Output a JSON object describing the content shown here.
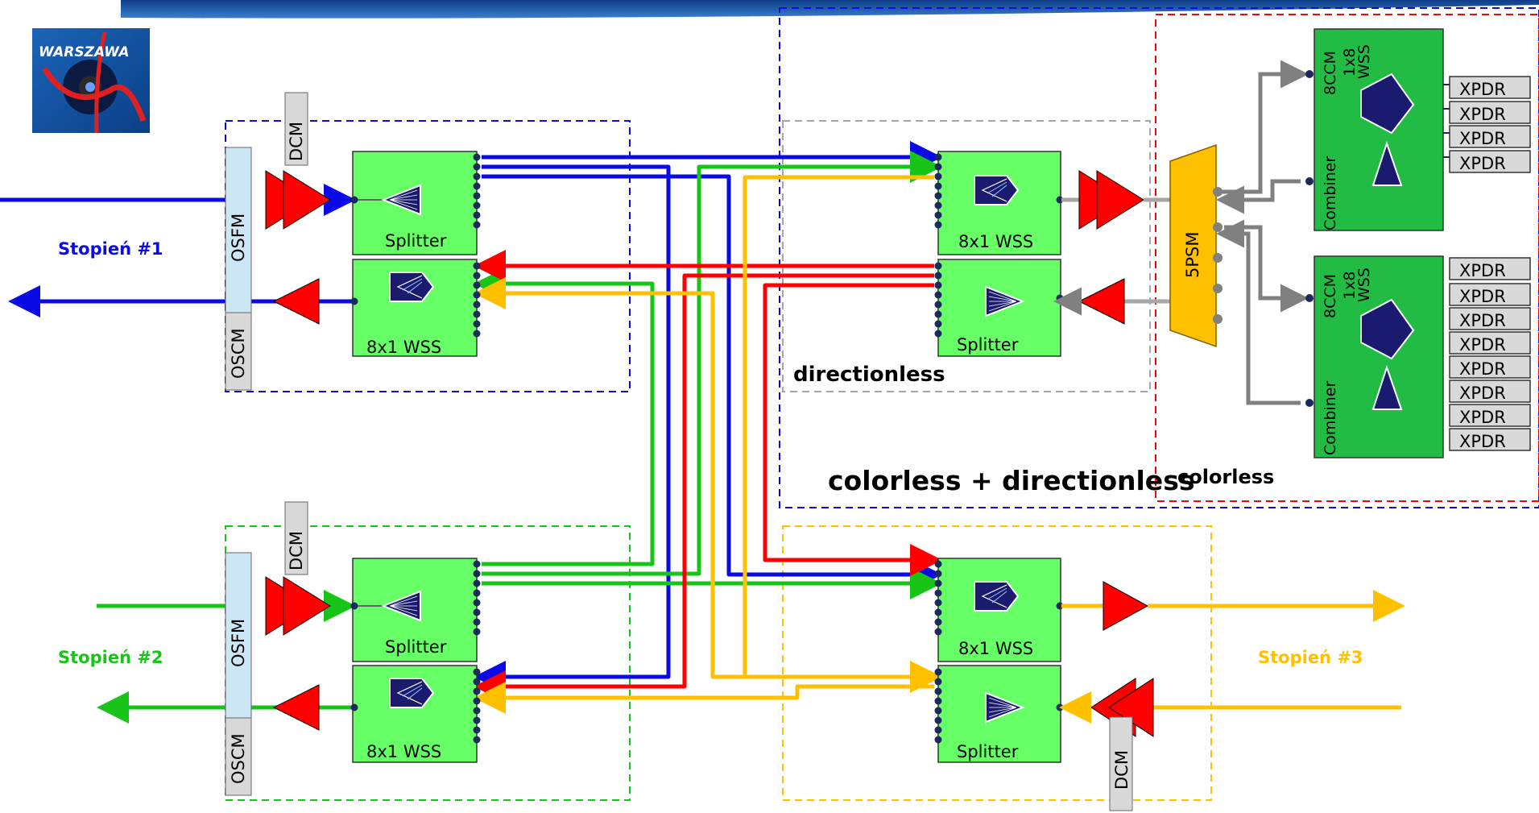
{
  "logo": {
    "text": "WARSZAWA"
  },
  "degrees": {
    "d1": {
      "label": "Stopień #1",
      "color": "#0a0ae6"
    },
    "d2": {
      "label": "Stopień #2",
      "color": "#18c418"
    },
    "d3": {
      "label": "Stopień #3",
      "color": "#ffc000"
    }
  },
  "modules": {
    "osfm": "OSFM",
    "oscm": "OSCM",
    "dcm": "DCM",
    "splitter": "Splitter",
    "wss": "8x1 WSS",
    "psm": "5PSM",
    "ccm": "8CCM",
    "wss_small": "1x8",
    "wss_small2": "WSS",
    "combiner": "Combiner",
    "xpdr": "XPDR"
  },
  "annotations": {
    "directionless": "directionless",
    "colorless_directionless": "colorless + directionless",
    "colorless": "colorless"
  },
  "colors": {
    "red_line": "#ff0000",
    "module_green": "#66ff66",
    "ccm_green": "#22bb44",
    "amp_red": "#ff0000",
    "psm_yellow": "#ffc000",
    "wss_navy": "#1a1a6e",
    "osfm_blue": "#cce6f6",
    "box_blue": "#0a0ae6",
    "box_green": "#18c418",
    "box_gray": "#a6a6a6",
    "box_yellow": "#ffc000",
    "box_red": "#ff0000"
  }
}
